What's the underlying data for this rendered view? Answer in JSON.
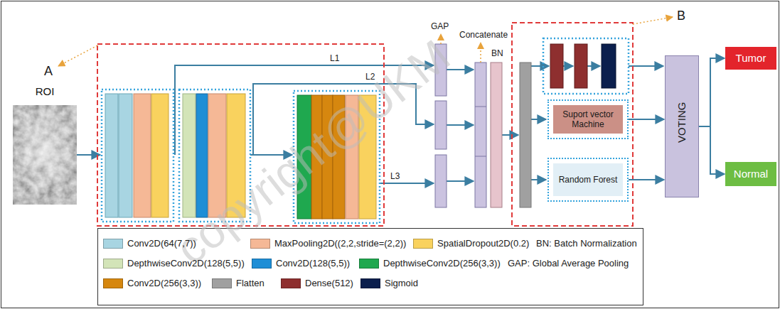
{
  "diagram": {
    "nodes": [
      {
        "text": [
          "ROI"
        ]
      },
      {
        "text": [
          "Suport vector Machine"
        ]
      },
      {
        "text": [
          "Random Forest"
        ]
      },
      {
        "text": [
          "VOTING"
        ]
      },
      {
        "text": [
          "Tumor"
        ]
      },
      {
        "text": [
          "Normal"
        ]
      }
    ],
    "edges": [
      {
        "from": 1,
        "to": 3,
        "arrow": "to"
      },
      {
        "from": 2,
        "to": 3,
        "arrow": "to"
      },
      {
        "from": 3,
        "to": 4,
        "arrow": "to"
      },
      {
        "from": 3,
        "to": 5,
        "arrow": "to"
      }
    ],
    "labels": [
      "A",
      "L1",
      "L2",
      "L3",
      "GAP",
      "Concatenate",
      "BN",
      "B",
      "BN: Batch Normalization",
      "GAP: Global Average Pooling",
      "copyright@UKM"
    ],
    "legend": [
      {
        "text": "Conv2D(64(7,7))",
        "color": "#a8d5e2"
      },
      {
        "text": "MaxPooling2D((2,2,stride=(2,2))",
        "color": "#f5b896"
      },
      {
        "text": "SpatialDropout2D(0.2)",
        "color": "#f9d25e"
      },
      {
        "text": "DepthwiseConv2D(128(5,5))",
        "color": "#d3e4b8"
      },
      {
        "text": "Conv2D(128(5,5))",
        "color": "#1e8ed6"
      },
      {
        "text": "DepthwiseConv2D(256(3,3))",
        "color": "#1fa84f"
      },
      {
        "text": "Conv2D(256(3,3))",
        "color": "#d6870f"
      },
      {
        "text": "Flatten",
        "color": "#a0a0a0"
      },
      {
        "text": "Dense(512)",
        "color": "#8e2f2f"
      },
      {
        "text": "Sigmoid",
        "color": "#0b1f4d"
      }
    ]
  }
}
